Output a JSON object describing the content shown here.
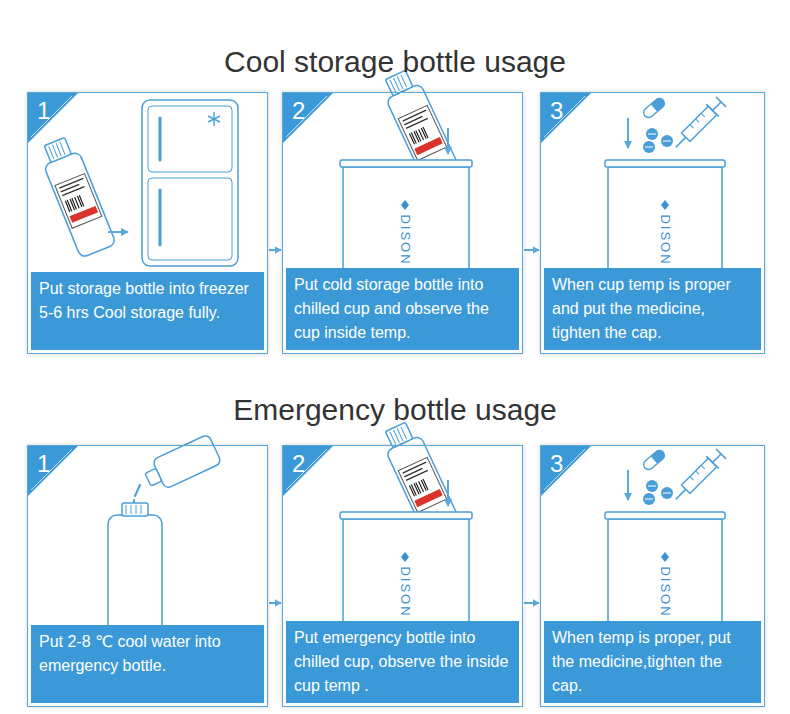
{
  "diagram": {
    "nodes": [
      {
        "text": [
          "1",
          "Put storage bottle into freezer 5-6 hrs Cool storage fully."
        ]
      },
      {
        "text": [
          "2",
          "Put cold storage bottle into chilled cup and observe the cup inside temp."
        ]
      },
      {
        "text": [
          "3",
          "When cup temp is proper and put the medicine, tighten the cap."
        ]
      },
      {
        "text": [
          "1",
          "Put 2-8 ℃ cool water into emergency bottle."
        ]
      },
      {
        "text": [
          "2",
          "Put emergency bottle into chilled cup, observe the inside cup temp ."
        ]
      },
      {
        "text": [
          "3",
          "When temp is proper, put the medicine,tighten the cap."
        ]
      }
    ],
    "edges": [
      {
        "from": 0,
        "to": 1,
        "arrow": "to"
      },
      {
        "from": 1,
        "to": 2,
        "arrow": "to"
      },
      {
        "from": 3,
        "to": 4,
        "arrow": "to"
      },
      {
        "from": 4,
        "to": 5,
        "arrow": "to"
      }
    ],
    "labels": [
      "Cool storage bottle usage",
      "DISON",
      "DISON",
      "Emergency bottle usage",
      "DISON",
      "DISON"
    ]
  }
}
